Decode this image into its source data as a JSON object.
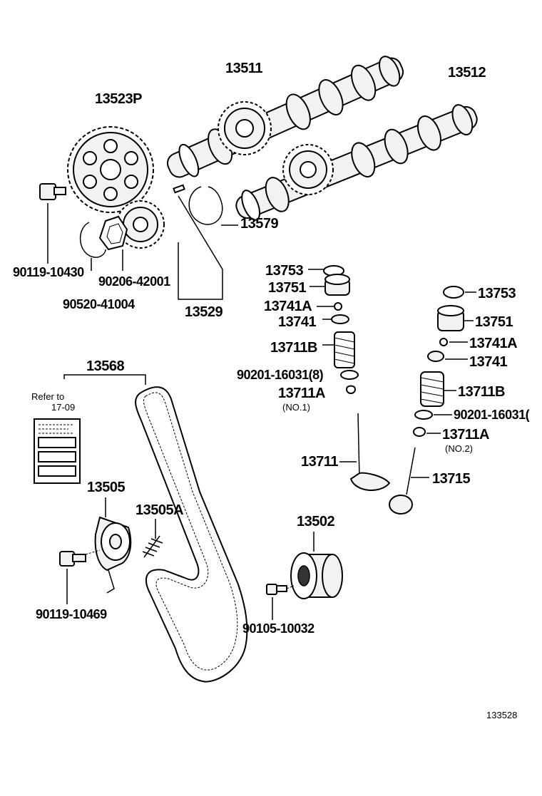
{
  "diagram": {
    "labels": {
      "p13511": "13511",
      "p13512": "13512",
      "p13523P": "13523P",
      "p13579": "13579",
      "p90119_10430": "90119-10430",
      "p90206_42001": "90206-42001",
      "p90520_41004": "90520-41004",
      "p13529": "13529",
      "p13753_l": "13753",
      "p13751_l": "13751",
      "p13741A_l": "13741A",
      "p13741_l": "13741",
      "p13711B_l": "13711B",
      "p90201_l": "90201-16031(8)",
      "p13711A_l": "13711A",
      "no1": "(NO.1)",
      "p13711": "13711",
      "p13753_r": "13753",
      "p13751_r": "13751",
      "p13741A_r": "13741A",
      "p13741_r": "13741",
      "p13711B_r": "13711B",
      "p90201_r": "90201-16031(",
      "p13711A_r": "13711A",
      "no2": "(NO.2)",
      "p13715": "13715",
      "p13568": "13568",
      "refer_to": "Refer to",
      "refer_page": "17-09",
      "p13505": "13505",
      "p13505A": "13505A",
      "p90119_10469": "90119-10469",
      "p13502": "13502",
      "p90105_10032": "90105-10032",
      "catalog_no": "133528"
    }
  }
}
